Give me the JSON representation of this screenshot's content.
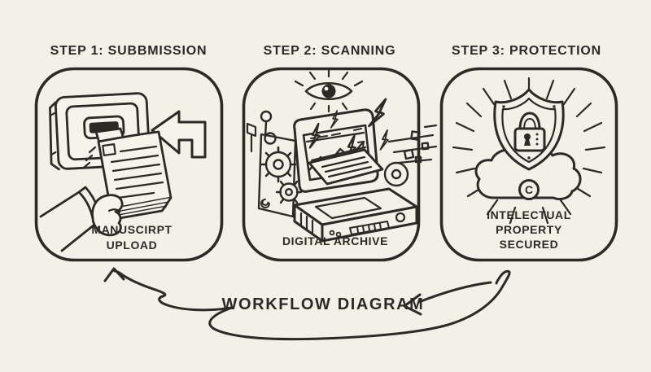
{
  "canvas": {
    "background": "#f2f0e7",
    "ink": "#2c2a24",
    "style": "hand-drawn sketch"
  },
  "steps": [
    {
      "id": "submission",
      "title": "STEP 1: SUBBMISSION",
      "caption_lines": [
        "MANUSCIRPT",
        "UPLOAD"
      ],
      "illustration": "hand inserting manuscript stack into wall slot with left block arrow"
    },
    {
      "id": "scanning",
      "title": "STEP 2: SCANNING",
      "caption_lines": [
        "DIGITAL ARCHIVE"
      ],
      "illustration": "scanner machine with gears, monitor, document, lightning bolts and watching eye"
    },
    {
      "id": "protection",
      "title": "STEP 3: PROTECTION",
      "caption_lines": [
        "INTELECTUAL",
        "PROPERTY",
        "SECURED"
      ],
      "illustration": "shield with padlock over cloud with copyright badge and sunburst"
    }
  ],
  "footer": {
    "label": "WORKFLOW DIAGRAM"
  },
  "badges": {
    "copyright": "C"
  }
}
